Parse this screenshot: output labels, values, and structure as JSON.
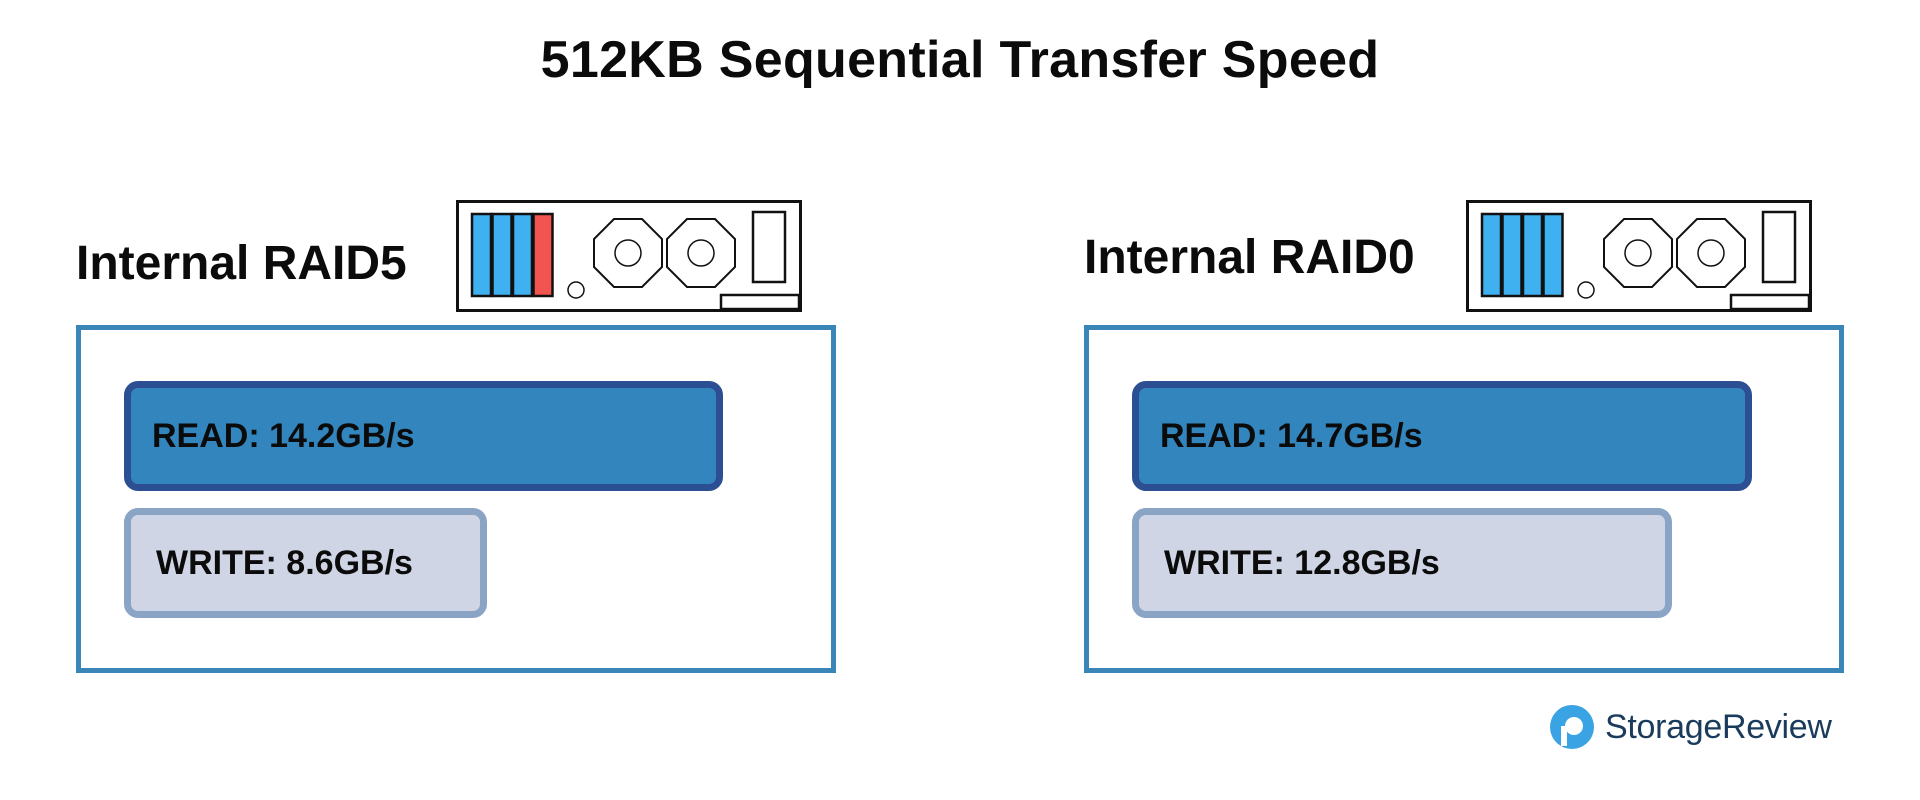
{
  "chart_data": {
    "type": "bar",
    "title": "512KB Sequential Transfer Speed",
    "unit": "GB/s",
    "panels": [
      {
        "label": "Internal RAID5",
        "bars": [
          {
            "metric": "READ",
            "value": 14.2,
            "label": "READ: 14.2GB/s"
          },
          {
            "metric": "WRITE",
            "value": 8.6,
            "label": "WRITE: 8.6GB/s"
          }
        ],
        "device": {
          "drive_bays": 4,
          "highlighted_bay": 4
        }
      },
      {
        "label": "Internal RAID0",
        "bars": [
          {
            "metric": "READ",
            "value": 14.7,
            "label": "READ: 14.7GB/s"
          },
          {
            "metric": "WRITE",
            "value": 12.8,
            "label": "WRITE: 12.8GB/s"
          }
        ],
        "device": {
          "drive_bays": 4,
          "highlighted_bay": null
        }
      }
    ]
  },
  "colors": {
    "read_fill": "#3385be",
    "read_border": "#2c4f93",
    "write_fill": "#cfd5e4",
    "write_border": "#8aa4c5",
    "frame": "#3a86b8",
    "bay_fill": "#3fb0f0",
    "bay_highlight": "#f2544f"
  },
  "branding": {
    "logo_text": "StorageReview",
    "logo_icon": "storagereview-logo-icon"
  }
}
